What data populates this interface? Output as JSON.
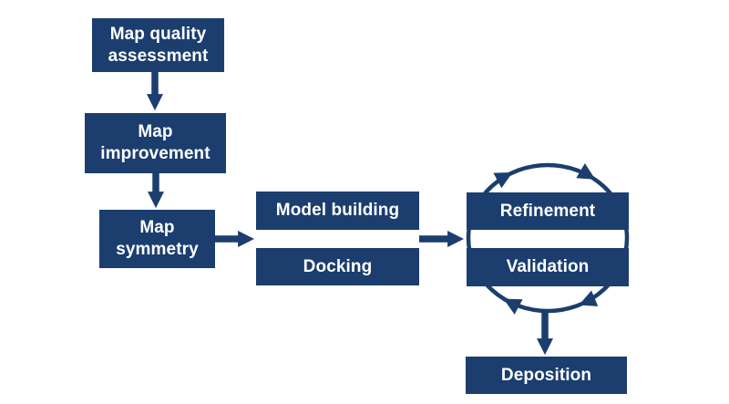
{
  "diagram": {
    "colors": {
      "accent": "#1b3e6e",
      "node_text": "#ffffff",
      "background": "#ffffff"
    },
    "nodes": {
      "map_quality_assessment": {
        "label": "Map quality\nassessment"
      },
      "map_improvement": {
        "label": "Map\nimprovement"
      },
      "map_symmetry": {
        "label": "Map\nsymmetry"
      },
      "model_building": {
        "label": "Model building"
      },
      "docking": {
        "label": "Docking"
      },
      "refinement": {
        "label": "Refinement"
      },
      "validation": {
        "label": "Validation"
      },
      "deposition": {
        "label": "Deposition"
      }
    },
    "edges": [
      {
        "from": "map_quality_assessment",
        "to": "map_improvement",
        "type": "block-arrow"
      },
      {
        "from": "map_improvement",
        "to": "map_symmetry",
        "type": "block-arrow"
      },
      {
        "from": "map_symmetry",
        "to": "model_building_docking",
        "type": "block-arrow"
      },
      {
        "from": "model_building_docking",
        "to": "refinement_validation",
        "type": "block-arrow"
      },
      {
        "from": "refinement_validation",
        "to": "deposition",
        "type": "block-arrow"
      }
    ],
    "cycle": {
      "nodes": [
        "refinement",
        "validation"
      ],
      "direction": "clockwise",
      "arrowhead_count": 4
    }
  }
}
